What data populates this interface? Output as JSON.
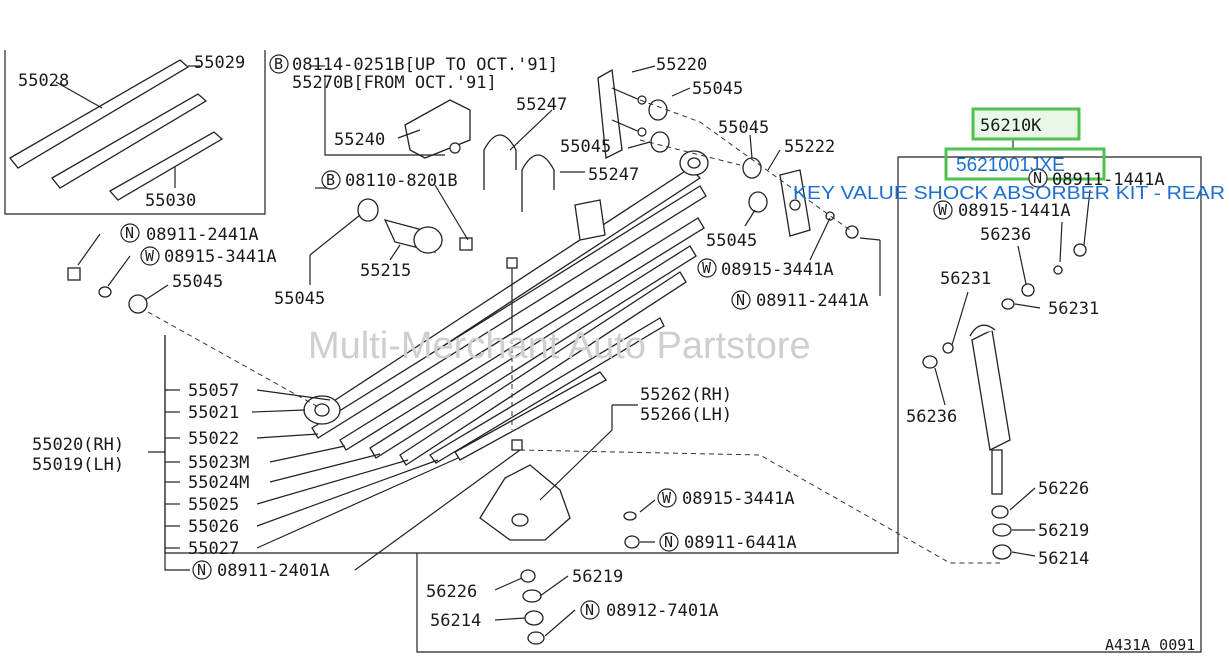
{
  "watermark": "Multi-Merchant Auto Partstore",
  "diagram_code": "A431A 0091",
  "highlight": {
    "part_number": "56210K",
    "alt_number": "5621001JXE",
    "description": "KEY VALUE SHOCK ABSORBER KIT - REAR"
  },
  "notes": {
    "bolt_b1_line1": "08114-0251B[UP TO OCT.'91]",
    "bolt_b1_line2": "55270B[FROM OCT.'91]",
    "bolt_b2": "08110-8201B"
  },
  "symbols": {
    "B": "B",
    "N": "N",
    "W": "W"
  },
  "labels": {
    "p55028": "55028",
    "p55029": "55029",
    "p55030": "55030",
    "p55240": "55240",
    "p55220": "55220",
    "p55045_a": "55045",
    "p55247_a": "55247",
    "p55045_b": "55045",
    "p55045_c": "55045",
    "p55222": "55222",
    "p55247_b": "55247",
    "p55045_d": "55045",
    "n08911_2441A_a": "08911-2441A",
    "w08915_3441A_a": "08915-3441A",
    "p55045_e": "55045",
    "p55215": "55215",
    "p55045_f": "55045",
    "w08915_3441A_b": "08915-3441A",
    "n08911_2441A_b": "08911-2441A",
    "n08911_1441A": "08911-1441A",
    "w08915_1441A": "08915-1441A",
    "p56236_a": "56236",
    "p56231_a": "56231",
    "p56231_b": "56231",
    "p56236_b": "56236",
    "p55057": "55057",
    "p55021": "55021",
    "p55020": "55020(RH)",
    "p55019": "55019(LH)",
    "p55022": "55022",
    "p55023M": "55023M",
    "p55024M": "55024M",
    "p55025": "55025",
    "p55026": "55026",
    "p55027": "55027",
    "n08911_2401A": "08911-2401A",
    "p55262": "55262(RH)",
    "p55266": "55266(LH)",
    "w08915_3441A_c": "08915-3441A",
    "n08911_6441A": "08911-6441A",
    "p56226_a": "56226",
    "p56219_a": "56219",
    "p56214_a": "56214",
    "p56226_b": "56226",
    "p56219_b": "56219",
    "p56214_b": "56214",
    "n08912_7401A": "08912-7401A"
  }
}
